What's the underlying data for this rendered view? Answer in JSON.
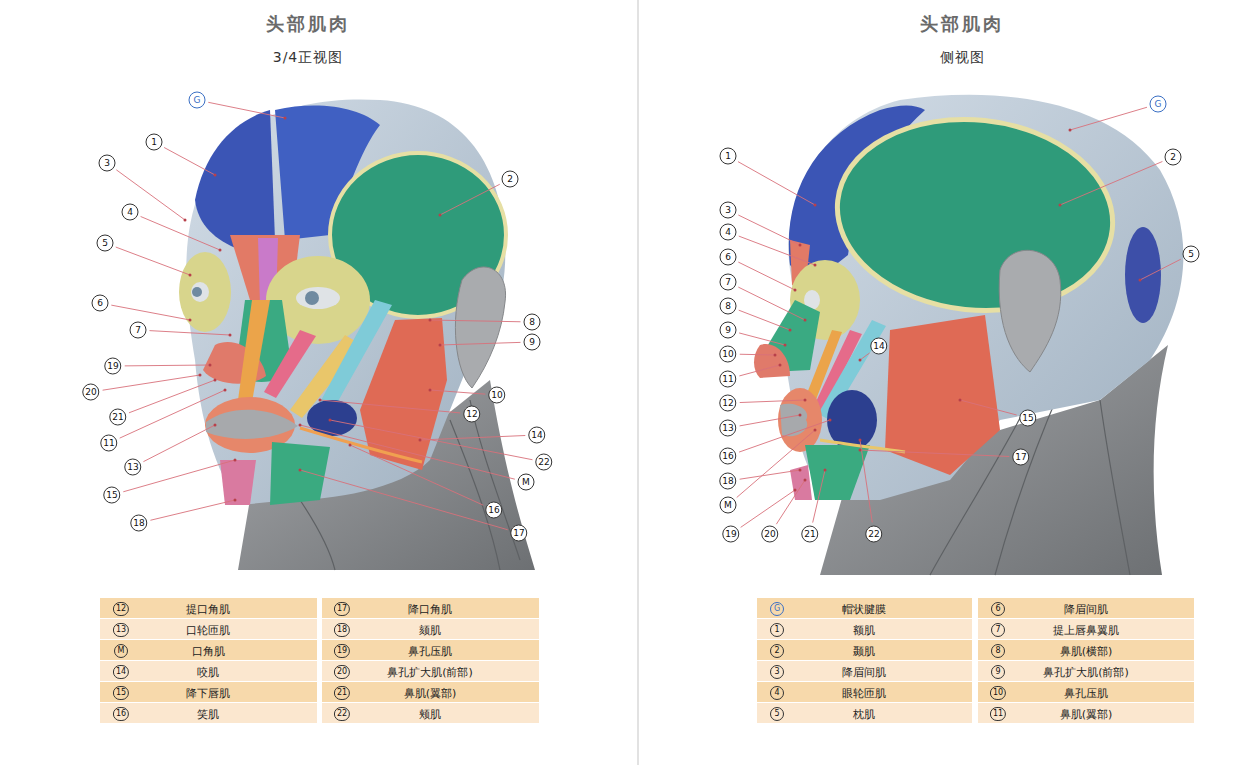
{
  "diagram": {
    "labels": [
      "头部肌肉",
      "3/4正视图",
      "头部肌肉",
      "侧视图",
      "G",
      "1",
      "3",
      "4",
      "5",
      "6",
      "7",
      "19",
      "20",
      "21",
      "11",
      "13",
      "15",
      "18",
      "2",
      "8",
      "9",
      "10",
      "12",
      "14",
      "22",
      "M",
      "16",
      "17",
      "1",
      "3",
      "4",
      "6",
      "7",
      "8",
      "9",
      "10",
      "11",
      "12",
      "13",
      "16",
      "18",
      "M",
      "19",
      "20",
      "21",
      "22",
      "G",
      "2",
      "5",
      "14",
      "15",
      "17",
      "12",
      "提口角肌",
      "17",
      "降口角肌",
      "13",
      "口轮匝肌",
      "18",
      "颏肌",
      "M",
      "口角肌",
      "19",
      "鼻孔压肌",
      "14",
      "咬肌",
      "20",
      "鼻孔扩大肌(前部)",
      "15",
      "降下唇肌",
      "21",
      "鼻肌(翼部)",
      "16",
      "笑肌",
      "22",
      "颊肌",
      "G",
      "帽状腱膜",
      "6",
      "降眉间肌",
      "1",
      "额肌",
      "7",
      "提上唇鼻翼肌",
      "2",
      "颞肌",
      "8",
      "鼻肌(横部)",
      "3",
      "降眉间肌",
      "9",
      "鼻孔扩大肌(前部)",
      "4",
      "眼轮匝肌",
      "10",
      "鼻孔压肌",
      "5",
      "枕肌",
      "11",
      "鼻肌(翼部)"
    ]
  }
}
